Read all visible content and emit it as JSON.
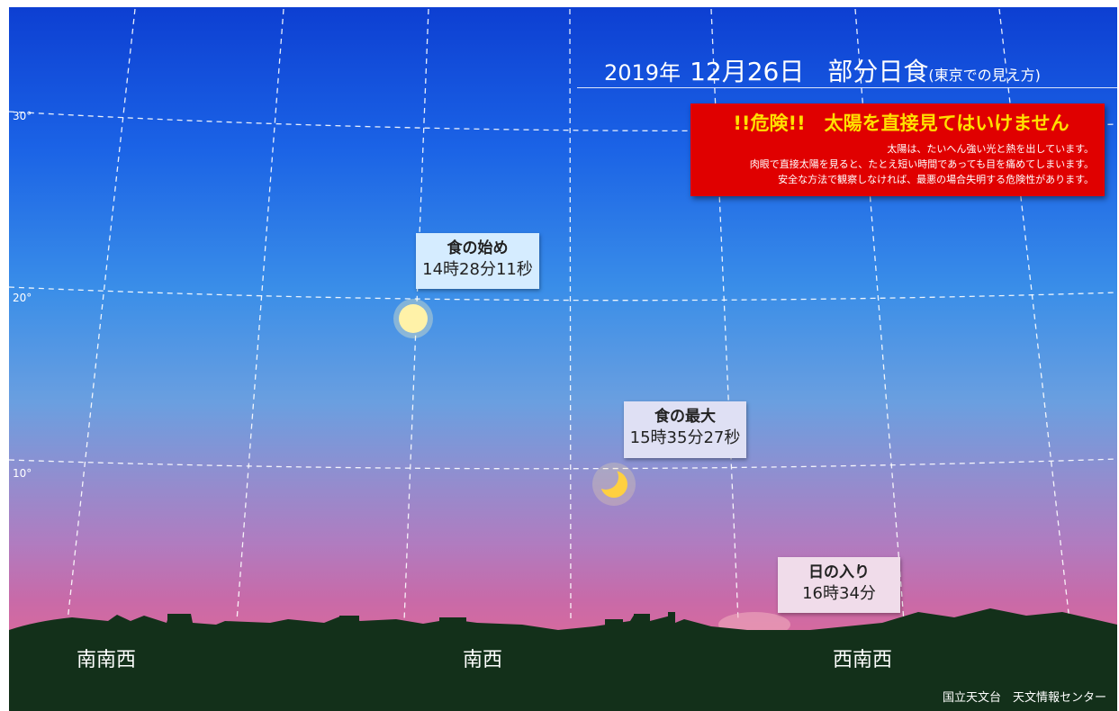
{
  "title": {
    "year": "2019年",
    "date": "12月26日",
    "main": "部分日食",
    "subtitle": "(東京での見え方)"
  },
  "warning": {
    "heading": "!!危険!!　太陽を直接見てはいけません",
    "lines": [
      "太陽は、たいへん強い光と熱を出しています。",
      "肉眼で直接太陽を見ると、たとえ短い時間であっても目を痛めてしまいます。",
      "安全な方法で観察しなければ、最悪の場合失明する危険性があります。"
    ],
    "bg_color": "#e00000",
    "heading_color": "#ffe000"
  },
  "events": [
    {
      "name": "食の始め",
      "time": "14時28分11秒"
    },
    {
      "name": "食の最大",
      "time": "15時35分27秒"
    },
    {
      "name": "日の入り",
      "time": "16時34分"
    }
  ],
  "altitude_labels": [
    "30°",
    "20°",
    "10°"
  ],
  "directions": [
    "南南西",
    "南西",
    "西南西"
  ],
  "credit": "国立天文台　天文情報センター",
  "sun": {
    "start_phase": "full",
    "max_phase": "partial-crescent",
    "color": "#fff2a8"
  },
  "colors": {
    "sky_top": "#0d3fd2",
    "sky_horizon": "#d46aa0",
    "ground": "#13301a"
  }
}
